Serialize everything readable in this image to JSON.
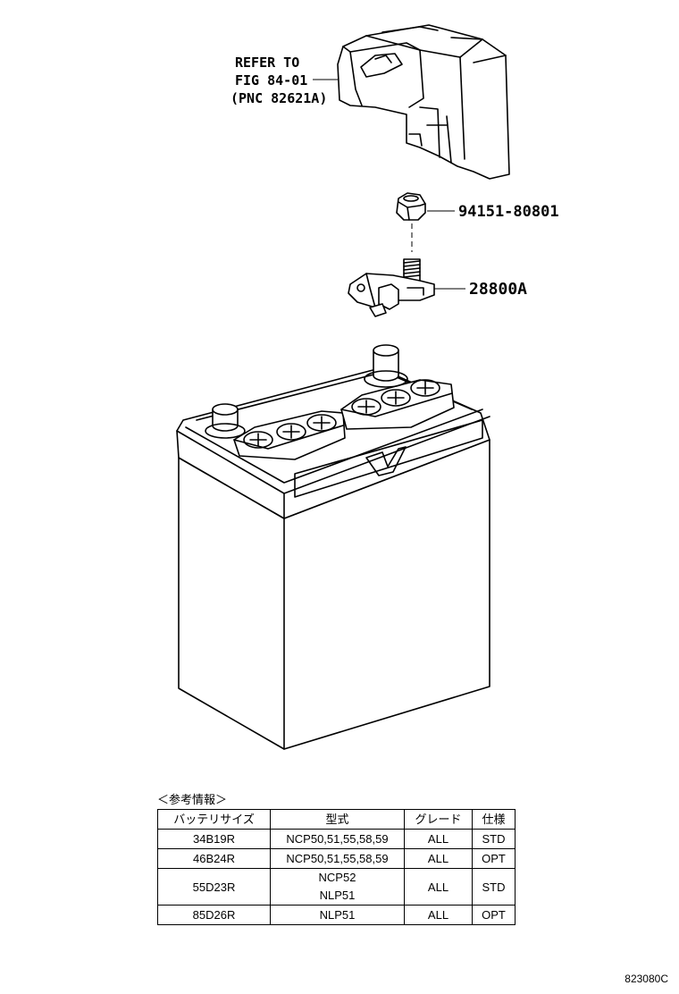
{
  "callouts": {
    "refer_line1": "REFER TO",
    "refer_line2": "FIG 84-01",
    "refer_line3": "(PNC 82621A)",
    "nut_part": "94151-80801",
    "terminal_part": "28800A"
  },
  "reference": {
    "title": "＜参考情報＞",
    "headers": [
      "バッテリサイズ",
      "型式",
      "グレード",
      "仕様"
    ],
    "rows": [
      {
        "size": "34B19R",
        "models": [
          "NCP50,51,55,58,59"
        ],
        "grade": "ALL",
        "spec": "STD"
      },
      {
        "size": "46B24R",
        "models": [
          "NCP50,51,55,58,59"
        ],
        "grade": "ALL",
        "spec": "OPT"
      },
      {
        "size": "55D23R",
        "models": [
          "NCP52",
          "NLP51"
        ],
        "grade": "ALL",
        "spec": "STD"
      },
      {
        "size": "85D26R",
        "models": [
          "NLP51"
        ],
        "grade": "ALL",
        "spec": "OPT"
      }
    ]
  },
  "figure_code": "823080C"
}
